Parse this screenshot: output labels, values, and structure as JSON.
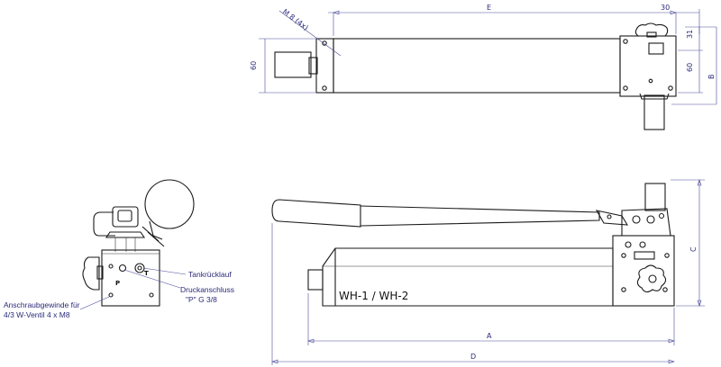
{
  "dimensions": {
    "E": "E",
    "top_30": "30",
    "right_31": "31",
    "right_60": "60",
    "B": "B",
    "left_60": "60",
    "bolt": "M 8 (4x)",
    "A": "A",
    "D": "D",
    "C": "C"
  },
  "side_view": {
    "port_p": "P",
    "port_t": "T",
    "tank_label": "Tankrücklauf",
    "pressure_label_1": "Druckanschluss",
    "pressure_label_2": "\"P\" G 3/8",
    "mount_label_1": "Anschraubgewinde für",
    "mount_label_2": "4/3 W-Ventil  4 x M8"
  },
  "front_view": {
    "model": "WH-1 / WH-2"
  }
}
